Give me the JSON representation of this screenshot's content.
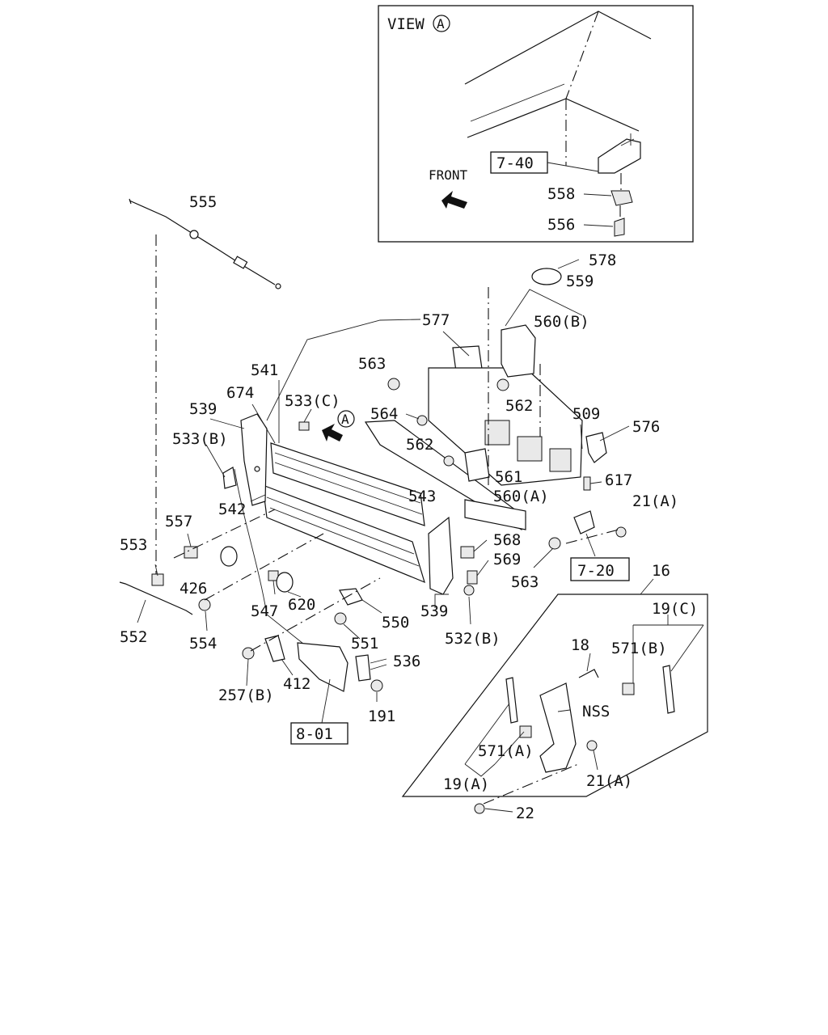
{
  "inset": {
    "view_prefix": "VIEW",
    "view_letter": "A",
    "front_label": "FRONT",
    "ref_box": "7-40",
    "parts": [
      "558",
      "556"
    ]
  },
  "refs": {
    "r_7_20": "7-20",
    "r_8_01": "8-01"
  },
  "arrow_letter": "A",
  "labels": {
    "p555": "555",
    "p578": "578",
    "p559": "559",
    "p560b": "560(B)",
    "p577": "577",
    "p563a": "563",
    "p562a": "562",
    "p541": "541",
    "p533c": "533(C)",
    "p674": "674",
    "p539a": "539",
    "p564": "564",
    "p509": "509",
    "p576": "576",
    "p533b": "533(B)",
    "p562b": "562",
    "p561": "561",
    "p617": "617",
    "p543": "543",
    "p560a": "560(A)",
    "p21a_1": "21(A)",
    "p542": "542",
    "p557": "557",
    "p568": "568",
    "p569": "569",
    "p553": "553",
    "p563b": "563",
    "p426": "426",
    "p16": "16",
    "p19c": "19(C)",
    "p547": "547",
    "p620": "620",
    "p539b": "539",
    "p552": "552",
    "p550": "550",
    "p554": "554",
    "p532b": "532(B)",
    "p551": "551",
    "p18": "18",
    "p571b": "571(B)",
    "p536": "536",
    "p412": "412",
    "p257b": "257(B)",
    "pNSS": "NSS",
    "p191": "191",
    "p571a": "571(A)",
    "p19a": "19(A)",
    "p21a_2": "21(A)",
    "p22": "22"
  }
}
